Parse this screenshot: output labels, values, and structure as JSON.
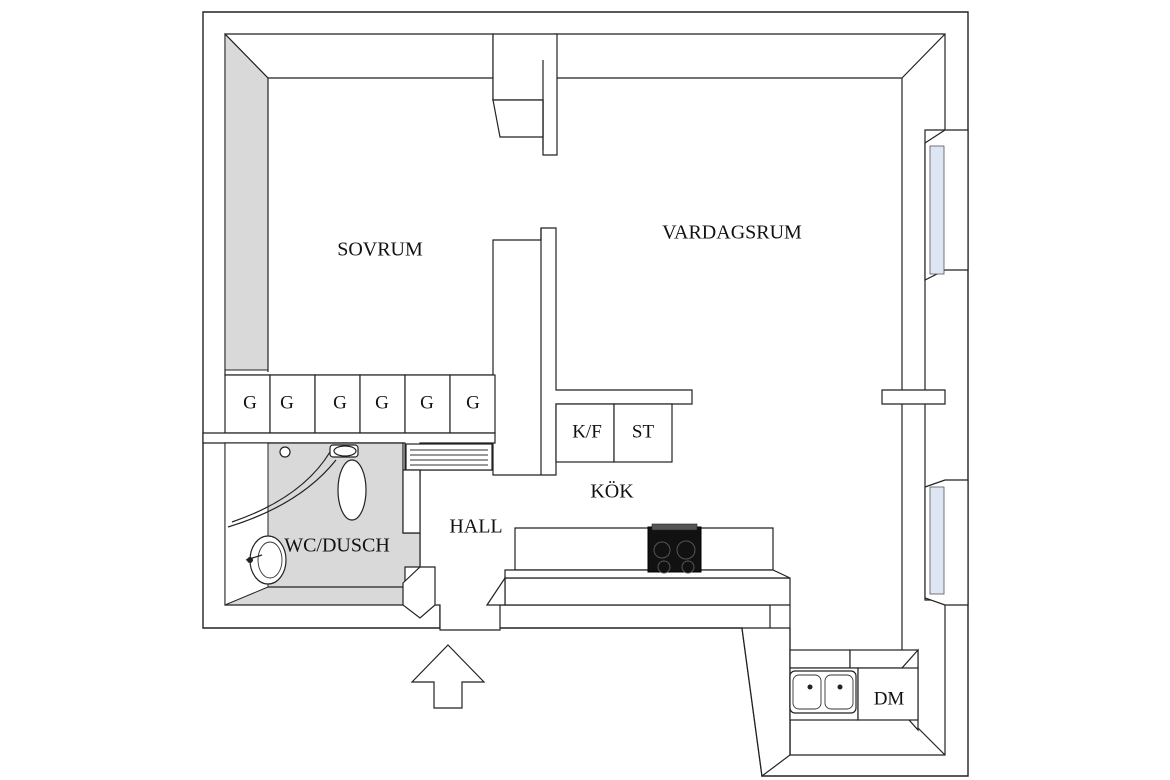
{
  "rooms": {
    "sovrum": "SOVRUM",
    "vardagsrum": "VARDAGSRUM",
    "wc_dusch": "WC/DUSCH",
    "hall": "HALL",
    "kok": "KÖK"
  },
  "units": {
    "wardrobes": [
      "G",
      "G",
      "G",
      "G",
      "G",
      "G"
    ],
    "fridge_freezer": "K/F",
    "stove_cabinet": "ST",
    "dishwasher": "DM"
  },
  "icons": {
    "entrance": "entrance-arrow-icon",
    "sink": "kitchen-sink-icon",
    "hob": "induction-hob-icon",
    "basin": "washbasin-icon",
    "toilet": "toilet-icon",
    "radiator": "radiator-icon"
  },
  "colors": {
    "wall_shade": "#d9d9d9",
    "window_glass": "#dfe6f3",
    "hob": "#111111"
  }
}
